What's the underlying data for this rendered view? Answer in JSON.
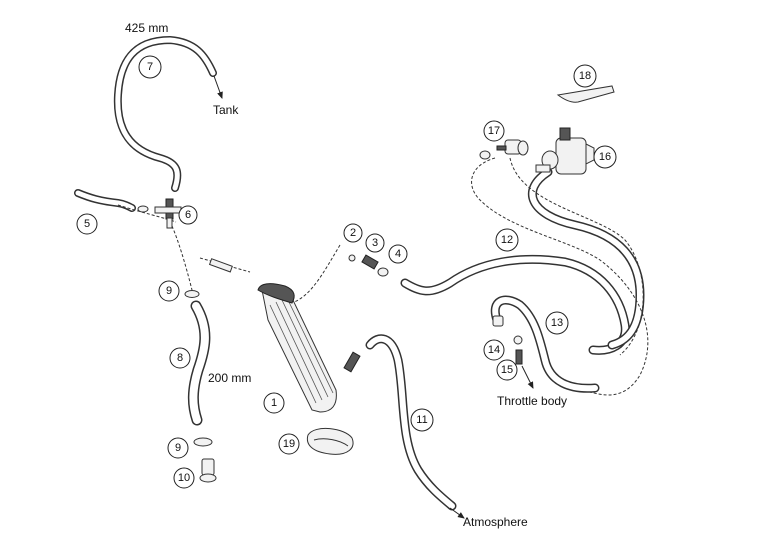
{
  "labels": {
    "hose7_length": "425 mm",
    "tank": "Tank",
    "hose8_length": "200 mm",
    "throttle_body": "Throttle body",
    "atmosphere": "Atmosphere"
  },
  "callouts": [
    "1",
    "2",
    "3",
    "4",
    "5",
    "6",
    "7",
    "8",
    "9",
    "9",
    "10",
    "11",
    "12",
    "13",
    "14",
    "15",
    "16",
    "17",
    "18",
    "19"
  ]
}
